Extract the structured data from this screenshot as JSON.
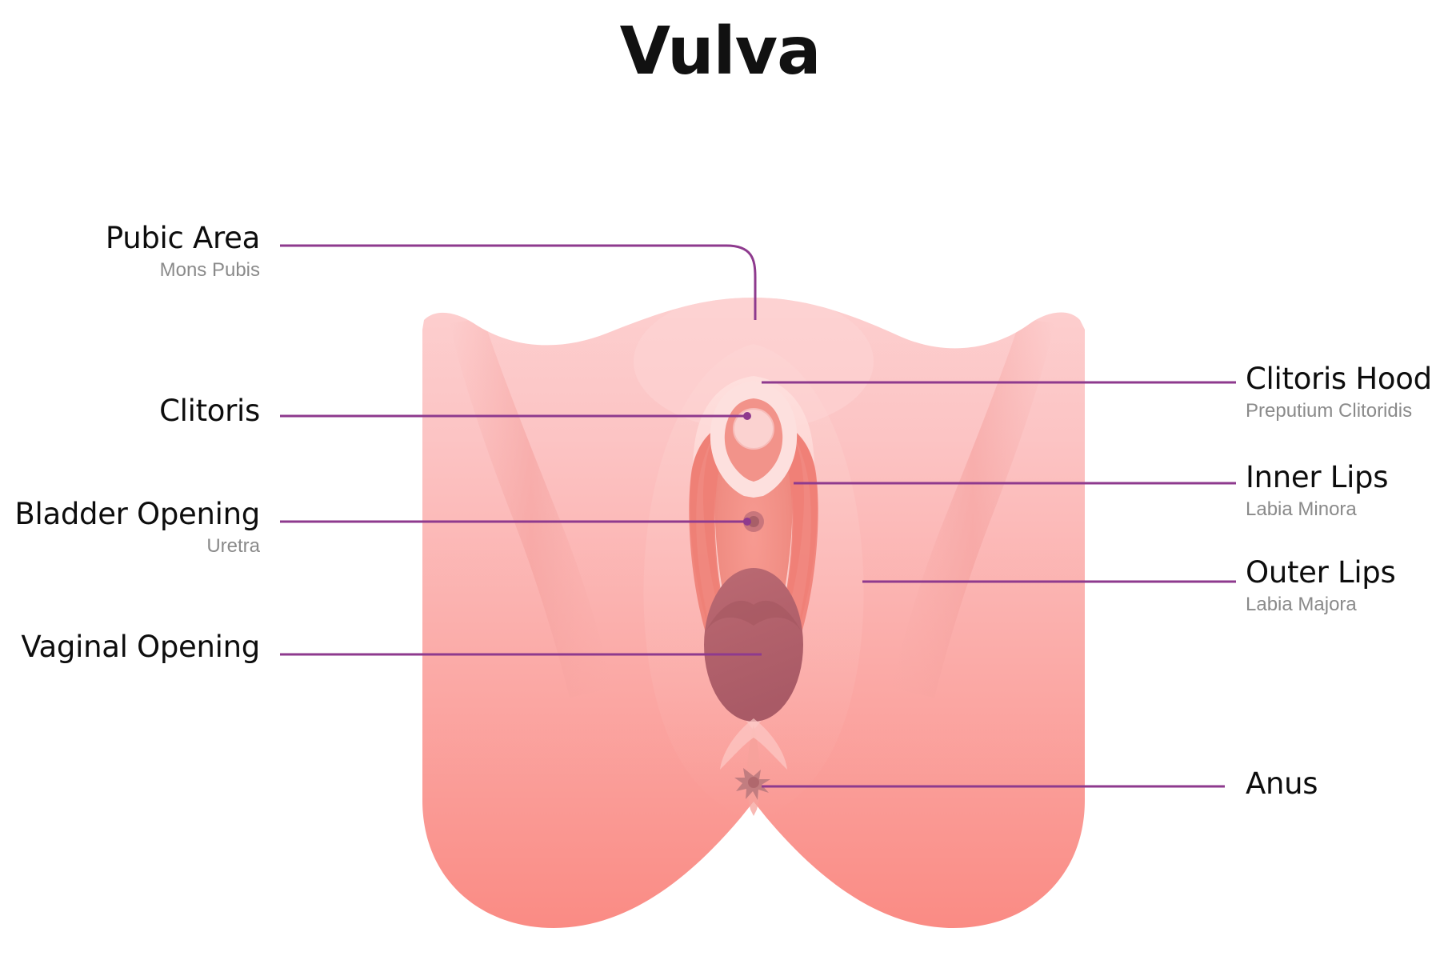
{
  "title": "Vulva",
  "colors": {
    "background": "#ffffff",
    "leader_line": "#8e3a8e",
    "title_text": "#111111",
    "label_text": "#0d0d0d",
    "sublabel_text": "#8a8a8a",
    "skin_light": "#fcc7c8",
    "skin_mid": "#fbb0ae",
    "skin_deep": "#fa8f88",
    "inner_lip": "#f08b80",
    "inner_lip_deep": "#e8766e",
    "hood_light": "#fdd8d6",
    "vestibule": "#ef7f76",
    "vaginal_opening": "#b9656f",
    "vaginal_opening_dark": "#a85a66",
    "anus": "#c07a7e",
    "clitoris": "#fbd0ce"
  },
  "labels": {
    "left": [
      {
        "id": "pubic-area",
        "title": "Pubic Area",
        "subtitle": "Mons Pubis"
      },
      {
        "id": "clitoris",
        "title": "Clitoris",
        "subtitle": ""
      },
      {
        "id": "bladder-opening",
        "title": "Bladder Opening",
        "subtitle": "Uretra"
      },
      {
        "id": "vaginal-opening",
        "title": "Vaginal Opening",
        "subtitle": ""
      }
    ],
    "right": [
      {
        "id": "clitoris-hood",
        "title": "Clitoris Hood",
        "subtitle": "Preputium Clitoridis"
      },
      {
        "id": "inner-lips",
        "title": "Inner Lips",
        "subtitle": "Labia Minora"
      },
      {
        "id": "outer-lips",
        "title": "Outer Lips",
        "subtitle": "Labia Majora"
      },
      {
        "id": "anus",
        "title": "Anus",
        "subtitle": ""
      }
    ]
  },
  "diagram": {
    "type": "anatomical-illustration",
    "subject": "vulva",
    "view": "external frontal",
    "parts": [
      "mons pubis",
      "clitoris",
      "clitoral hood",
      "urethral opening",
      "vaginal opening",
      "labia minora",
      "labia majora",
      "anus"
    ]
  }
}
